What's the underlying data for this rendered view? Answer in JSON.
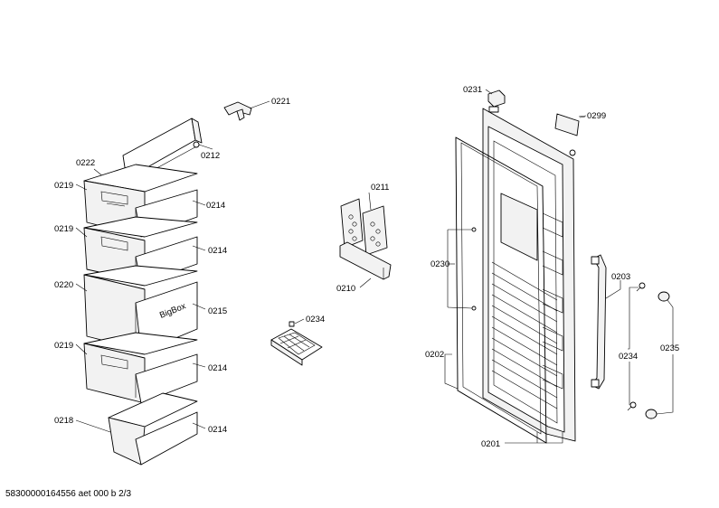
{
  "labels": {
    "p0221": "0221",
    "p0212": "0212",
    "p0222": "0222",
    "p0219a": "0219",
    "p0214a": "0214",
    "p0219b": "0219",
    "p0214b": "0214",
    "p0220": "0220",
    "p0215": "0215",
    "p0219c": "0219",
    "p0214c": "0214",
    "p0218": "0218",
    "p0214d": "0214",
    "p0211": "0211",
    "p0210": "0210",
    "p0234a": "0234",
    "p0231": "0231",
    "p0299": "0299",
    "p0230": "0230",
    "p0203": "0203",
    "p0234b": "0234",
    "p0235": "0235",
    "p0202": "0202",
    "p0201": "0201"
  },
  "drawer_text": "BigBox",
  "footer": "58300000164556 aet 000 b 2/3"
}
